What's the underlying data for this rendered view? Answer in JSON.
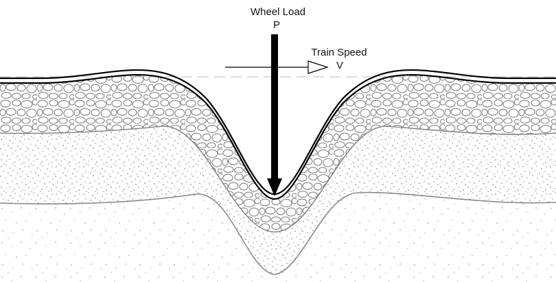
{
  "diagram": {
    "load_label_line1": "Wheel Load",
    "load_label_line2": "P",
    "speed_label_line1": "Train Speed",
    "speed_label_line2": "V"
  },
  "colors": {
    "background": "#ffffff",
    "rail": "#000000",
    "ballast_stroke": "#777777",
    "subgrade_dots": "#666666",
    "layer_boundary": "#8a8a8a",
    "reference_line": "#bbbbbb"
  },
  "icons": [
    "load-arrow-icon",
    "speed-arrow-icon"
  ]
}
